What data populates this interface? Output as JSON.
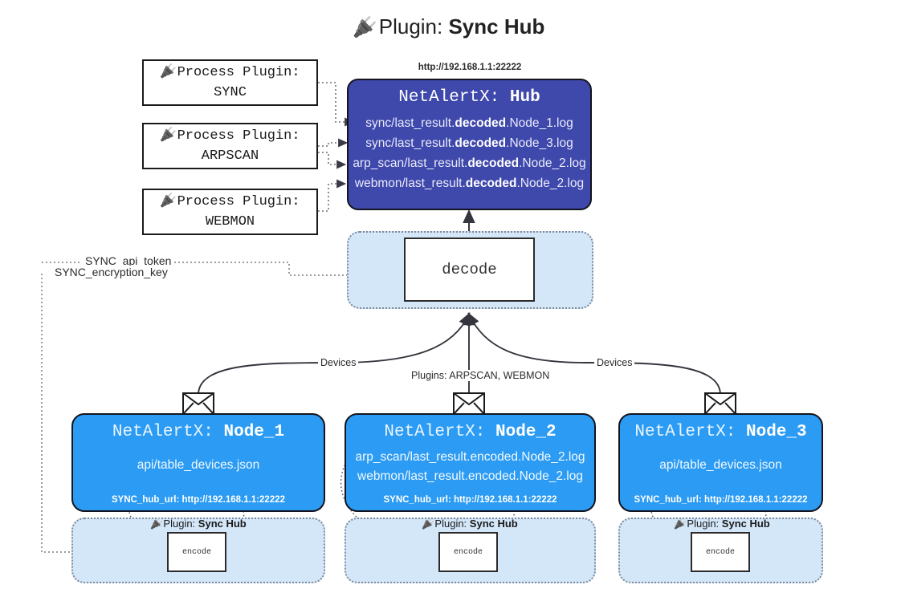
{
  "title": {
    "icon": "plug-icon",
    "prefix": "Plugin:",
    "name": "Sync Hub"
  },
  "process_plugins": [
    {
      "icon": "plug-icon",
      "line1": "Process Plugin:",
      "line2": "SYNC"
    },
    {
      "icon": "plug-icon",
      "line1": "Process Plugin:",
      "line2": "ARPSCAN"
    },
    {
      "icon": "plug-icon",
      "line1": "Process Plugin:",
      "line2": "WEBMON"
    }
  ],
  "hub": {
    "url": "http://192.168.1.1:22222",
    "title_prefix": "NetAlertX:",
    "title_name": "Hub",
    "logs": [
      {
        "pre": "sync/last_result.",
        "em": "decoded",
        "post": ".Node_1.log"
      },
      {
        "pre": "sync/last_result.",
        "em": "decoded",
        "post": ".Node_3.log"
      },
      {
        "pre": "arp_scan/last_result.",
        "em": "decoded",
        "post": ".Node_2.log"
      },
      {
        "pre": "webmon/last_result.",
        "em": "decoded",
        "post": ".Node_2.log"
      }
    ]
  },
  "decode": {
    "label": "decode"
  },
  "keys": {
    "api_token": "SYNC_api_token",
    "encryption_key": "SYNC_encryption_key"
  },
  "edge_labels": {
    "devices_left": "Devices",
    "plugins_center": "Plugins: ARPSCAN, WEBMON",
    "devices_right": "Devices"
  },
  "nodes": [
    {
      "title_prefix": "NetAlertX:",
      "title_name": "Node_1",
      "lines": [
        "api/table_devices.json"
      ],
      "hub_url_label": "SYNC_hub_url: http://192.168.1.1:22222",
      "envelope_icon": "envelope-icon"
    },
    {
      "title_prefix": "NetAlertX:",
      "title_name": "Node_2",
      "lines": [
        "arp_scan/last_result.encoded.Node_2.log",
        "webmon/last_result.encoded.Node_2.log"
      ],
      "hub_url_label": "SYNC_hub_url: http://192.168.1.1:22222",
      "envelope_icon": "envelope-icon"
    },
    {
      "title_prefix": "NetAlertX:",
      "title_name": "Node_3",
      "lines": [
        "api/table_devices.json"
      ],
      "hub_url_label": "SYNC_hub_url: http://192.168.1.1:22222",
      "envelope_icon": "envelope-icon"
    }
  ],
  "encoders": [
    {
      "plugin_prefix": "Plugin:",
      "plugin_name": "Sync Hub",
      "label": "encode",
      "icon": "plug-icon"
    },
    {
      "plugin_prefix": "Plugin:",
      "plugin_name": "Sync Hub",
      "label": "encode",
      "icon": "plug-icon"
    },
    {
      "plugin_prefix": "Plugin:",
      "plugin_name": "Sync Hub",
      "label": "encode",
      "icon": "plug-icon"
    }
  ],
  "colors": {
    "hub_fill": "#3f48ab",
    "node_fill": "#2b9bf4",
    "container_fill": "#d4e7f9",
    "stroke": "#14141e",
    "page_bg": "#ffffff"
  }
}
